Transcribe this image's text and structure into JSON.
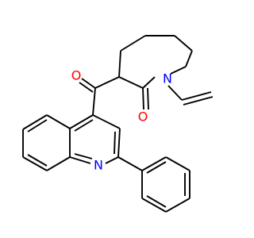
{
  "molecule": {
    "atoms": {
      "O_ketone": "O",
      "O_lactam": "O",
      "N_lactam": "N",
      "N_quinoline": "N"
    },
    "colors": {
      "oxygen": "#ff0000",
      "nitrogen": "#0000ff",
      "bond": "#000000",
      "background": "#ffffff"
    }
  }
}
